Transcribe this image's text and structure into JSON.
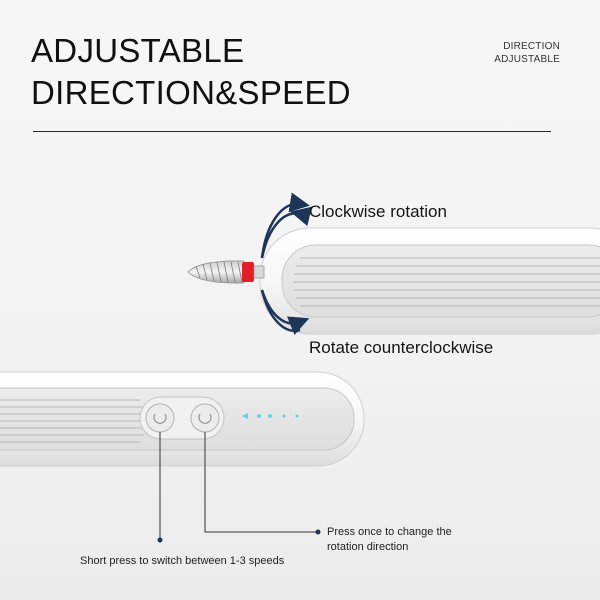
{
  "header": {
    "title_line1": "ADJUSTABLE",
    "title_line2": "DIRECTION&SPEED",
    "corner_line1": "DIRECTION",
    "corner_line2": "ADJUSTABLE"
  },
  "callouts": {
    "clockwise": "Clockwise rotation",
    "counterclockwise": "Rotate counterclockwise"
  },
  "notes": {
    "direction_line1": "Press once to change the",
    "direction_line2": "rotation direction",
    "speed": "Short press to switch between 1-3 speeds"
  },
  "colors": {
    "accent_ring": "#e01f26",
    "arrow": "#1d3557",
    "led": "#5fd4e8"
  },
  "icons": [
    "rotation-arrow-icon",
    "power-button-icon",
    "direction-button-icon",
    "speed-led-icon"
  ]
}
